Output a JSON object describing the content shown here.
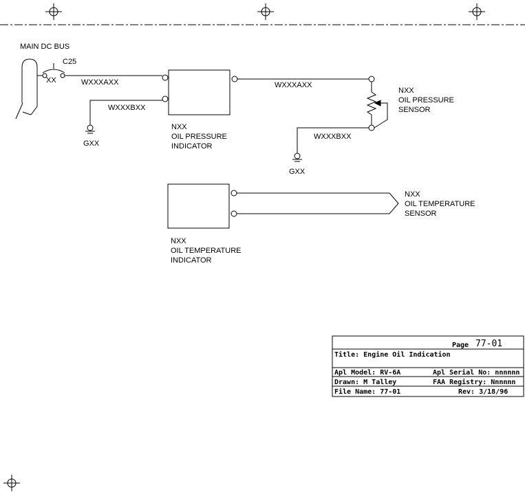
{
  "bus": {
    "label": "MAIN DC BUS"
  },
  "breaker": {
    "id": "C25",
    "rating": "XX"
  },
  "wires": {
    "w1": "WXXXAXX",
    "w2": "WXXXBXX",
    "w3": "WXXXAXX",
    "w4": "WXXXBXX"
  },
  "grounds": {
    "g1": "GXX",
    "g2": "GXX"
  },
  "oil_pressure_indicator": {
    "ref": "NXX",
    "line1": "OIL PRESSURE",
    "line2": "INDICATOR"
  },
  "oil_pressure_sensor": {
    "ref": "NXX",
    "line1": "OIL PRESSURE",
    "line2": "SENSOR"
  },
  "oil_temp_indicator": {
    "ref": "NXX",
    "line1": "OIL TEMPERATURE",
    "line2": "INDICATOR"
  },
  "oil_temp_sensor": {
    "ref": "NXX",
    "line1": "OIL TEMPERATURE",
    "line2": "SENSOR"
  },
  "title_block": {
    "page_label": "Page",
    "page_number": "77-01",
    "title": "Title: Engine Oil Indication",
    "model": "Apl Model: RV-6A",
    "serial": "Apl Serial No: nnnnnn",
    "drawn": "Drawn: M Talley",
    "registry": "FAA Registry: Nnnnnn",
    "file": "File Name: 77-01",
    "rev": "Rev: 3/18/96"
  }
}
